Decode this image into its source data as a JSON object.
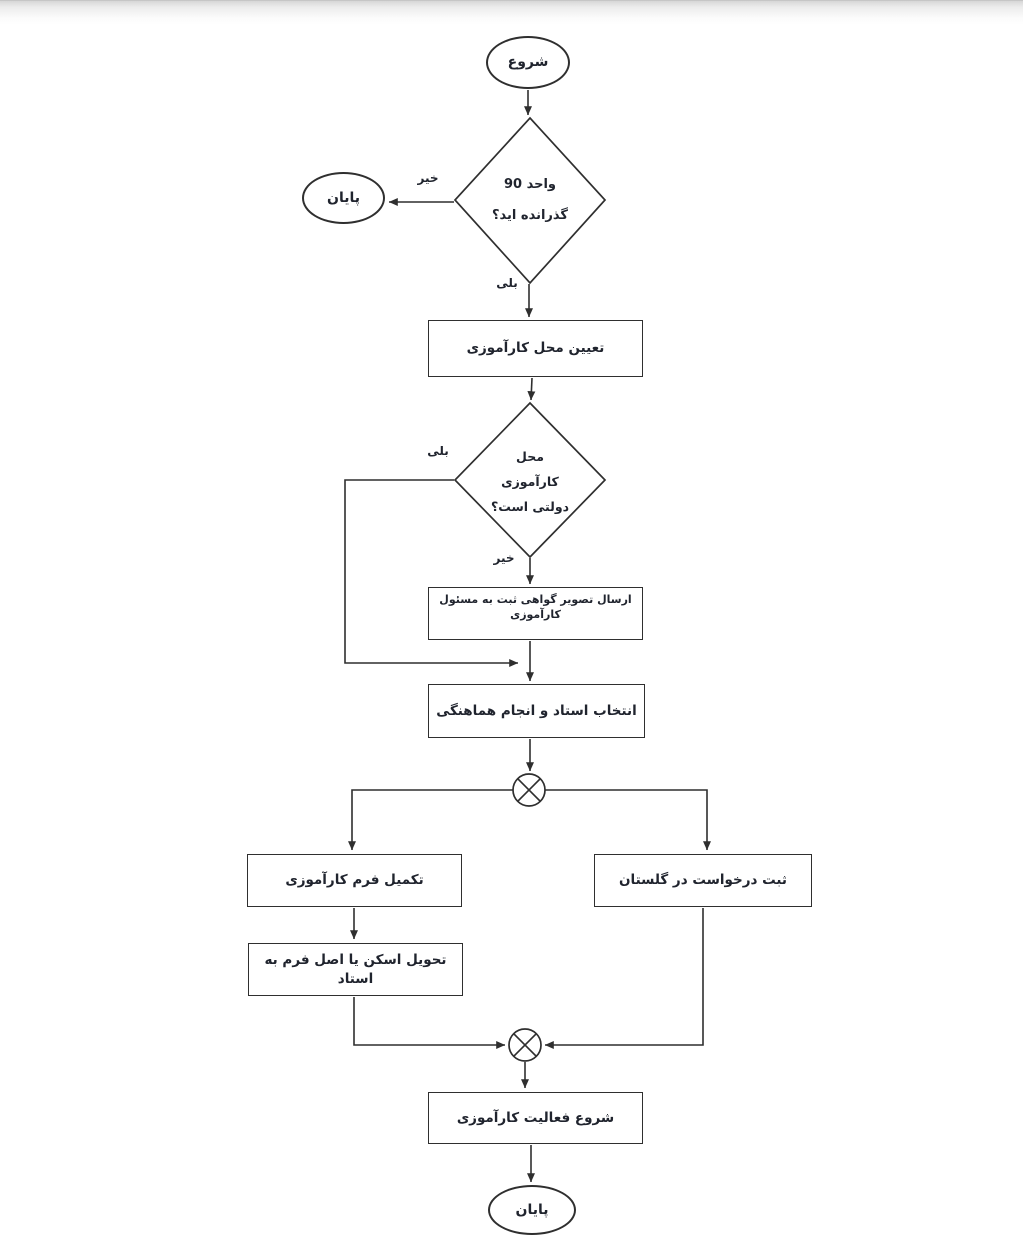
{
  "page": {
    "background": "#ffffff",
    "line_color": "#2f2f2f",
    "text_color": "#20242e",
    "topband_color": "#e0e0e0"
  },
  "flowchart": {
    "nodes": {
      "start": {
        "type": "terminator",
        "label": "شروع"
      },
      "decision_units": {
        "type": "decision",
        "line1": "90 واحد",
        "line2": "گذرانده اید؟"
      },
      "end_early": {
        "type": "terminator",
        "label": "پایان"
      },
      "assign_place": {
        "type": "process",
        "label": "تعیین محل کارآموزی"
      },
      "decision_public": {
        "type": "decision",
        "line1": "محل",
        "line2": "کارآموزی",
        "line3": "دولتی است؟"
      },
      "send_certificate": {
        "type": "process",
        "label": "ارسال تصویر گواهی ثبت به مسئول کارآموزی"
      },
      "pick_professor": {
        "type": "process",
        "label": "انتخاب استاد و انجام هماهنگی"
      },
      "fill_form": {
        "type": "process",
        "label": "تکمیل فرم کارآموزی"
      },
      "register_golestan": {
        "type": "process",
        "label": "ثبت درخواست در گلستان"
      },
      "deliver_form": {
        "type": "process",
        "label": "تحویل اسکن یا اصل فرم به استاد"
      },
      "start_activity": {
        "type": "process",
        "label": "شروع فعالیت کارآموزی"
      },
      "end_final": {
        "type": "terminator",
        "label": "پایان"
      }
    },
    "edge_labels": {
      "units_no": "خیر",
      "units_yes": "بلی",
      "public_yes": "بلی",
      "public_no": "خیر"
    },
    "gateways": {
      "fork_icon": "circle-x-parallel-gateway",
      "join_icon": "circle-x-parallel-gateway"
    }
  }
}
